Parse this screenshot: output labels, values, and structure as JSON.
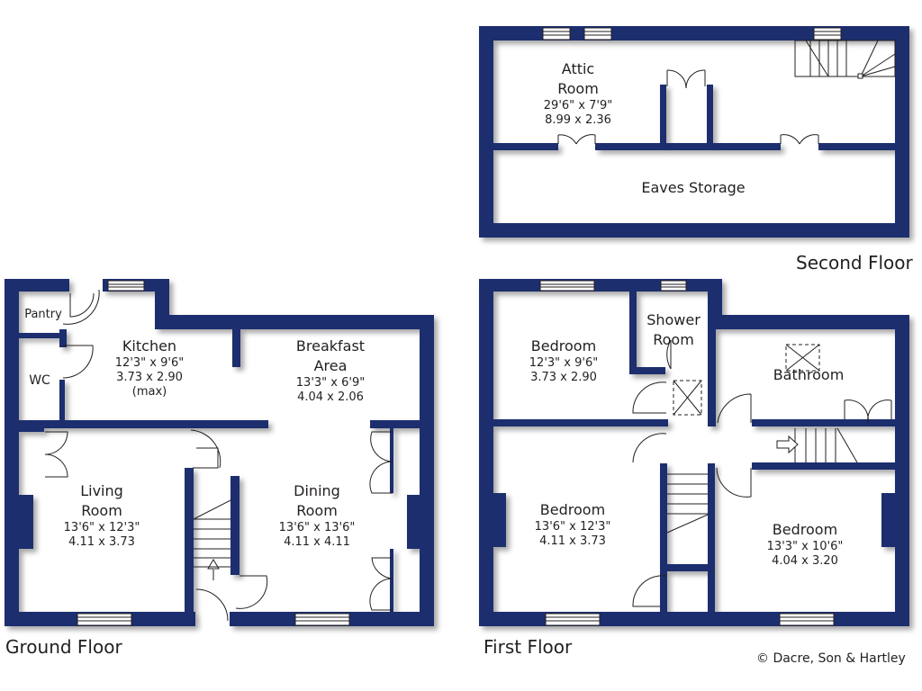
{
  "colors": {
    "wall": "#1f2f6e",
    "background": "#ffffff",
    "text": "#231f20"
  },
  "floors": {
    "ground": {
      "title": "Ground Floor",
      "rooms": {
        "pantry": {
          "name": "Pantry"
        },
        "wc": {
          "name": "WC"
        },
        "kitchen": {
          "name": "Kitchen",
          "imperial": "12'3\"  x   9'6\"",
          "metric": "3.73  x  2.90",
          "note": "(max)"
        },
        "breakfast": {
          "name1": "Breakfast",
          "name2": "Area",
          "imperial": "13'3\"  x   6'9\"",
          "metric": "4.04  x   2.06"
        },
        "living": {
          "name1": "Living",
          "name2": "Room",
          "imperial": "13'6\"  x  12'3\"",
          "metric": "4.11  x   3.73"
        },
        "dining": {
          "name1": "Dining",
          "name2": "Room",
          "imperial": "13'6\"  x  13'6\"",
          "metric": "4.11  x   4.11"
        }
      }
    },
    "first": {
      "title": "First Floor",
      "rooms": {
        "bedroom_rear": {
          "name": "Bedroom",
          "imperial": "12'3\"  x   9'6\"",
          "metric": "3.73  x  2.90"
        },
        "shower": {
          "name1": "Shower",
          "name2": "Room"
        },
        "bathroom": {
          "name": "Bathroom"
        },
        "bedroom_front_left": {
          "name": "Bedroom",
          "imperial": "13'6\"  x  12'3\"",
          "metric": "4.11  x   3.73"
        },
        "bedroom_front_right": {
          "name": "Bedroom",
          "imperial": "13'3\"  x  10'6\"",
          "metric": "4.04  x   3.20"
        }
      }
    },
    "second": {
      "title": "Second Floor",
      "rooms": {
        "attic": {
          "name1": "Attic",
          "name2": "Room",
          "imperial": "29'6\"  x   7'9\"",
          "metric": "8.99  x   2.36"
        },
        "eaves": {
          "name": "Eaves Storage"
        }
      }
    }
  },
  "copyright": "© Dacre, Son & Hartley"
}
